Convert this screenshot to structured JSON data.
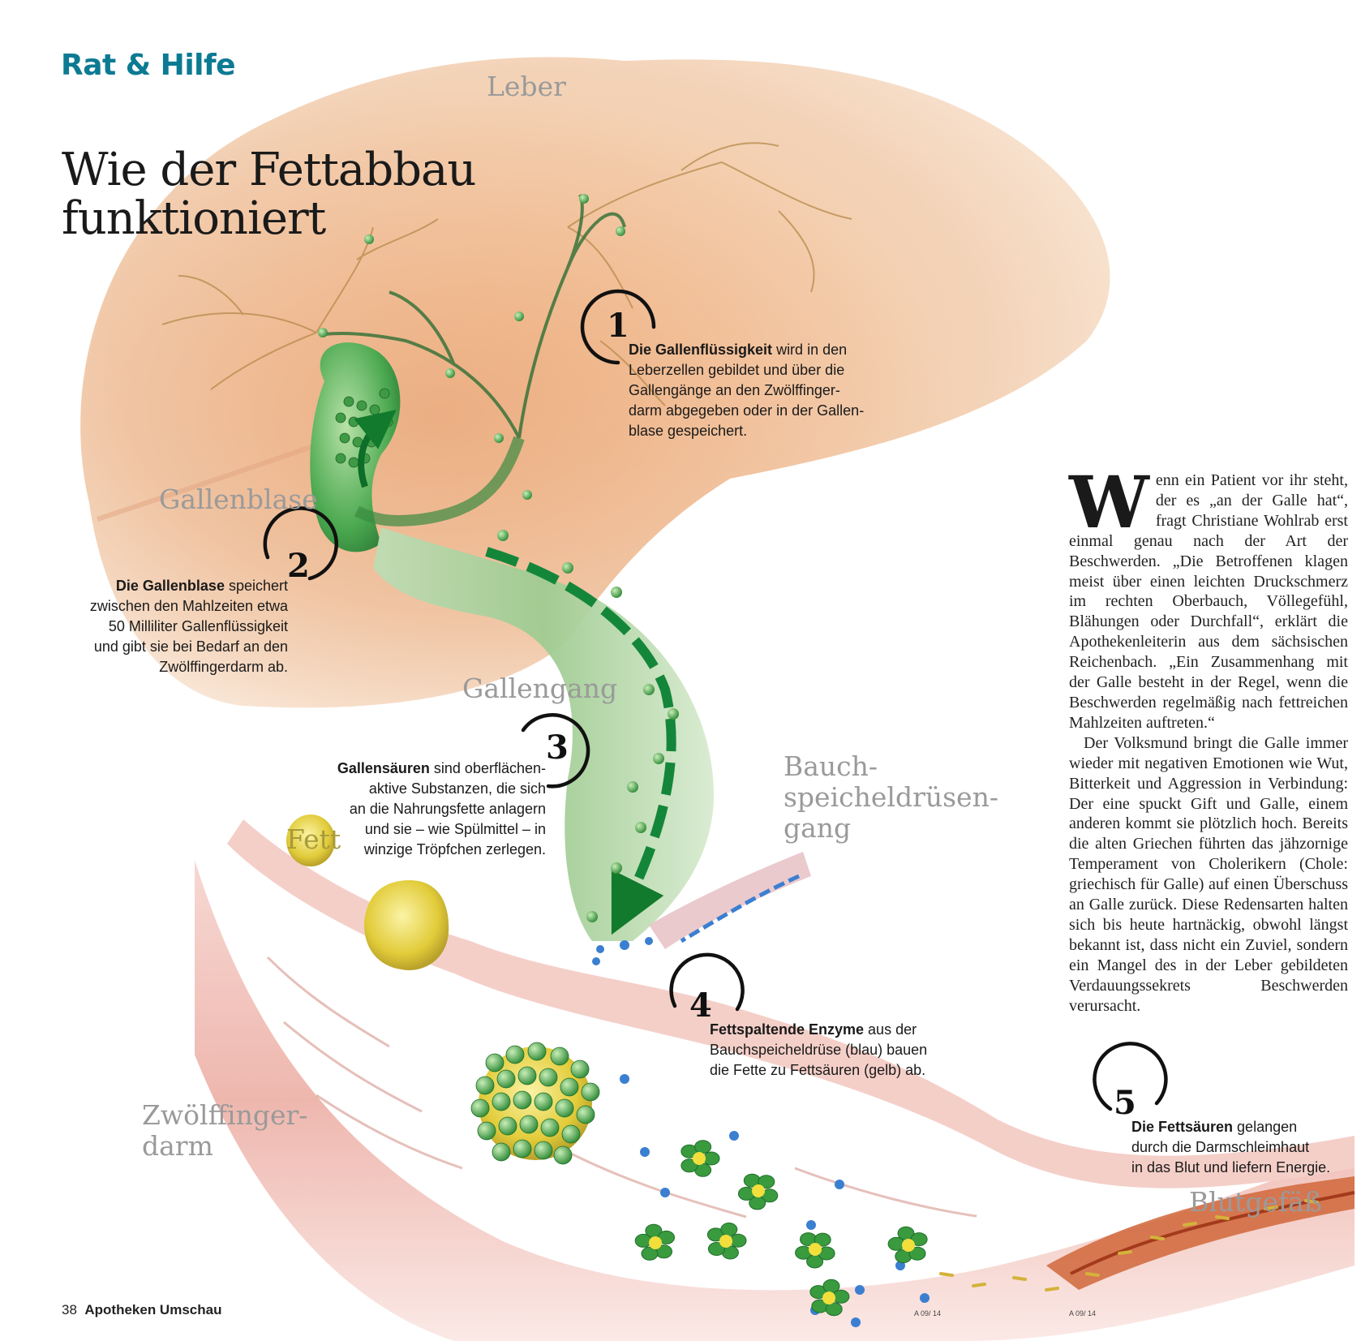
{
  "header": {
    "section": "Rat & Hilfe"
  },
  "title": {
    "line1": "Wie der Fettabbau",
    "line2": "funktioniert"
  },
  "labels": {
    "liver": "Leber",
    "gallbladder": "Gallenblase",
    "bile_duct": "Gallengang",
    "pancreatic_duct_1": "Bauch-",
    "pancreatic_duct_2": "speicheldrüsen-",
    "pancreatic_duct_3": "gang",
    "fat": "Fett",
    "duodenum_1": "Zwölffinger-",
    "duodenum_2": "darm",
    "blood_vessel": "Blutgefäß"
  },
  "steps": [
    {
      "number": "1",
      "bold": "Die Gallenflüssigkeit",
      "lines": [
        " wird in den",
        "Leberzellen gebildet und über die",
        "Gallengänge an den Zwölffinger-",
        "darm abgegeben oder in der Gallen-",
        "blase gespeichert."
      ]
    },
    {
      "number": "2",
      "bold": "Die Gallenblase",
      "lines": [
        " speichert",
        "zwischen den Mahlzeiten etwa",
        "50 Milliliter Gallenflüssigkeit",
        "und gibt sie bei Bedarf an den",
        "Zwölffingerdarm ab."
      ]
    },
    {
      "number": "3",
      "bold": "Gallensäuren",
      "lines": [
        " sind oberflächen-",
        "aktive Substanzen, die sich",
        "an die Nahrungsfette anlagern",
        "und sie – wie Spülmittel – in",
        "winzige Tröpfchen zerlegen."
      ]
    },
    {
      "number": "4",
      "bold": "Fettspaltende Enzyme",
      "lines": [
        " aus der",
        "Bauchspeicheldrüse (blau) bauen",
        "die Fette zu Fettsäuren (gelb) ab."
      ]
    },
    {
      "number": "5",
      "bold": "Die Fettsäuren",
      "lines": [
        " gelangen",
        "durch die Darmschleimhaut",
        "in das Blut und liefern Energie."
      ]
    }
  ],
  "article": {
    "dropcap": "W",
    "p1": "enn ein Patient vor ihr steht, der es „an der Galle hat“, fragt Christiane Wohlrab erst einmal genau nach der Art der Beschwerden. „Die Betroffenen klagen meist über einen leichten Druckschmerz im rechten Oberbauch, Völlegefühl, Blähungen oder Durchfall“, erklärt die Apothekenleiterin aus dem sächsischen Reichenbach. „Ein Zusammenhang mit der Galle besteht in der Regel, wenn die Beschwerden regelmäßig nach fettreichen Mahlzeiten auftreten.“",
    "p2": "Der Volksmund bringt die Galle immer wieder mit negativen Emotionen wie Wut, Bitterkeit und Aggression in Verbindung: Der eine spuckt Gift und Galle, einem anderen kommt sie plötzlich hoch. Bereits die alten Griechen führten das jähzornige Temperament von Cholerikern (Chole: griechisch für Galle) auf einen Überschuss an Galle zurück. Diese Redensarten halten sich bis heute hartnäckig, obwohl längst bekannt ist, dass nicht ein Zuviel, sondern ein Mangel des in der Leber gebildeten Verdauungssekrets Beschwerden verursacht."
  },
  "footer": {
    "page_number": "38",
    "magazine": "Apotheken Umschau",
    "issue_mark_1": "A 09/ 14",
    "issue_mark_2": "A 09/ 14"
  },
  "colors": {
    "section_tag": "#0c7a93",
    "organ_label": "#9a9a9a",
    "bile_green": "#2e8b3a",
    "enzyme_blue": "#3b7fd1",
    "fat_yellow": "#e6d24a"
  }
}
